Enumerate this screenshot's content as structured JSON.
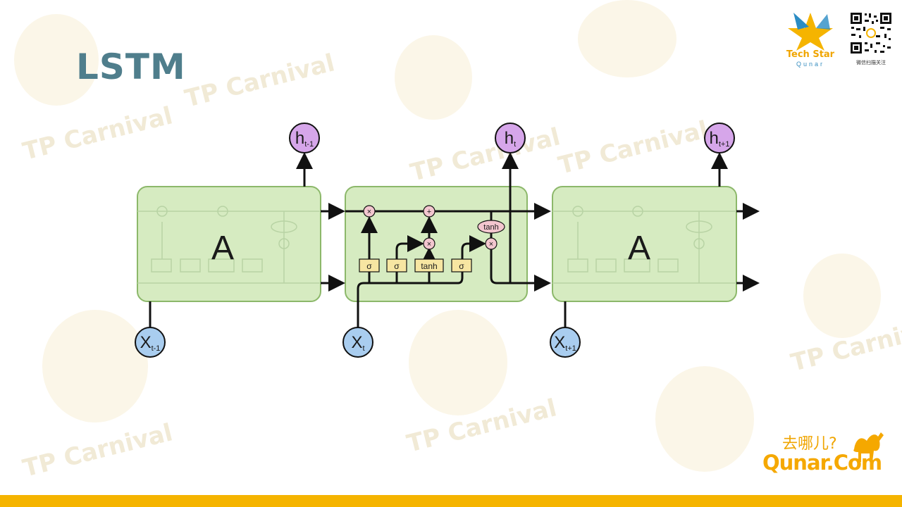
{
  "slide": {
    "title": "LSTM"
  },
  "branding": {
    "techstar_name": "Tech Star",
    "techstar_sub": "Qunar",
    "qr_caption": "微信扫描关注",
    "qunar_slogan": "去哪儿?",
    "qunar_brand": "Qunar.Com",
    "watermark_text": "TP Carnival",
    "accent_color": "#f5b400"
  },
  "diagram": {
    "cells": [
      {
        "id": "left",
        "label": "A"
      },
      {
        "id": "center",
        "label": ""
      },
      {
        "id": "right",
        "label": "A"
      }
    ],
    "center_cell": {
      "gates": [
        "σ",
        "σ",
        "tanh",
        "σ"
      ],
      "ops": [
        "×",
        "+",
        "×",
        "×"
      ],
      "tanh_label": "tanh"
    },
    "inputs": [
      {
        "main": "X",
        "sub": "t-1"
      },
      {
        "main": "X",
        "sub": "t"
      },
      {
        "main": "X",
        "sub": "t+1"
      }
    ],
    "outputs": [
      {
        "main": "h",
        "sub": "t-1"
      },
      {
        "main": "h",
        "sub": "t"
      },
      {
        "main": "h",
        "sub": "t+1"
      }
    ],
    "colors": {
      "cell_fill": "#d6ebc1",
      "cell_stroke": "#8cb86a",
      "input_fill": "#a9cdef",
      "output_fill": "#d6a6ea",
      "gate_fill": "#f7e6a2",
      "op_fill": "#f3c6cf"
    }
  }
}
